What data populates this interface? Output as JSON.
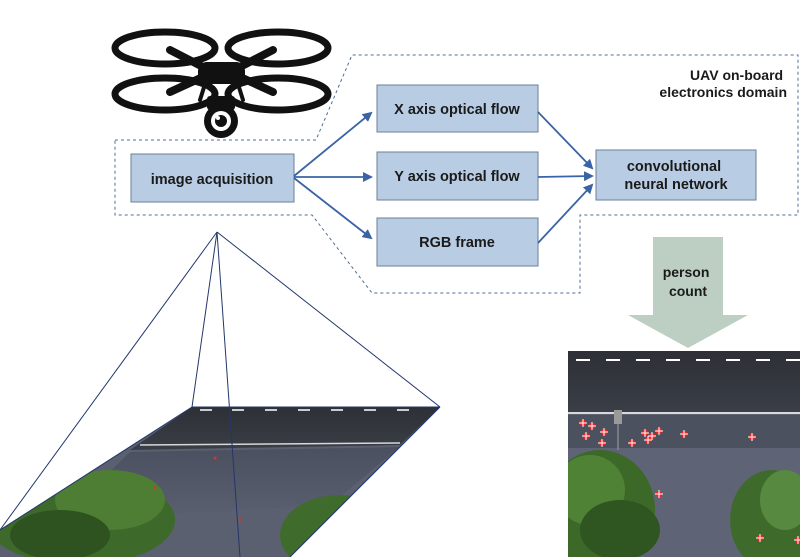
{
  "domain_label": [
    "UAV on-board",
    "electronics domain"
  ],
  "boxes": {
    "acquisition": "image acquisition",
    "x_flow": "X axis optical flow",
    "y_flow": "Y axis optical flow",
    "rgb": "RGB frame",
    "cnn": [
      "convolutional",
      "neural network"
    ]
  },
  "output_label": [
    "person",
    "count"
  ],
  "icons": {
    "drone": "drone-icon",
    "camera": "camera-icon"
  },
  "colors": {
    "box_fill": "#b8cce4",
    "box_stroke": "#6b7f99",
    "arrow": "#3a64a4",
    "dashed": "#4f6f94",
    "big_arrow": "#bccfc2",
    "frustum": "#23376b",
    "marker": "#ff2020"
  },
  "person_markers": 15
}
